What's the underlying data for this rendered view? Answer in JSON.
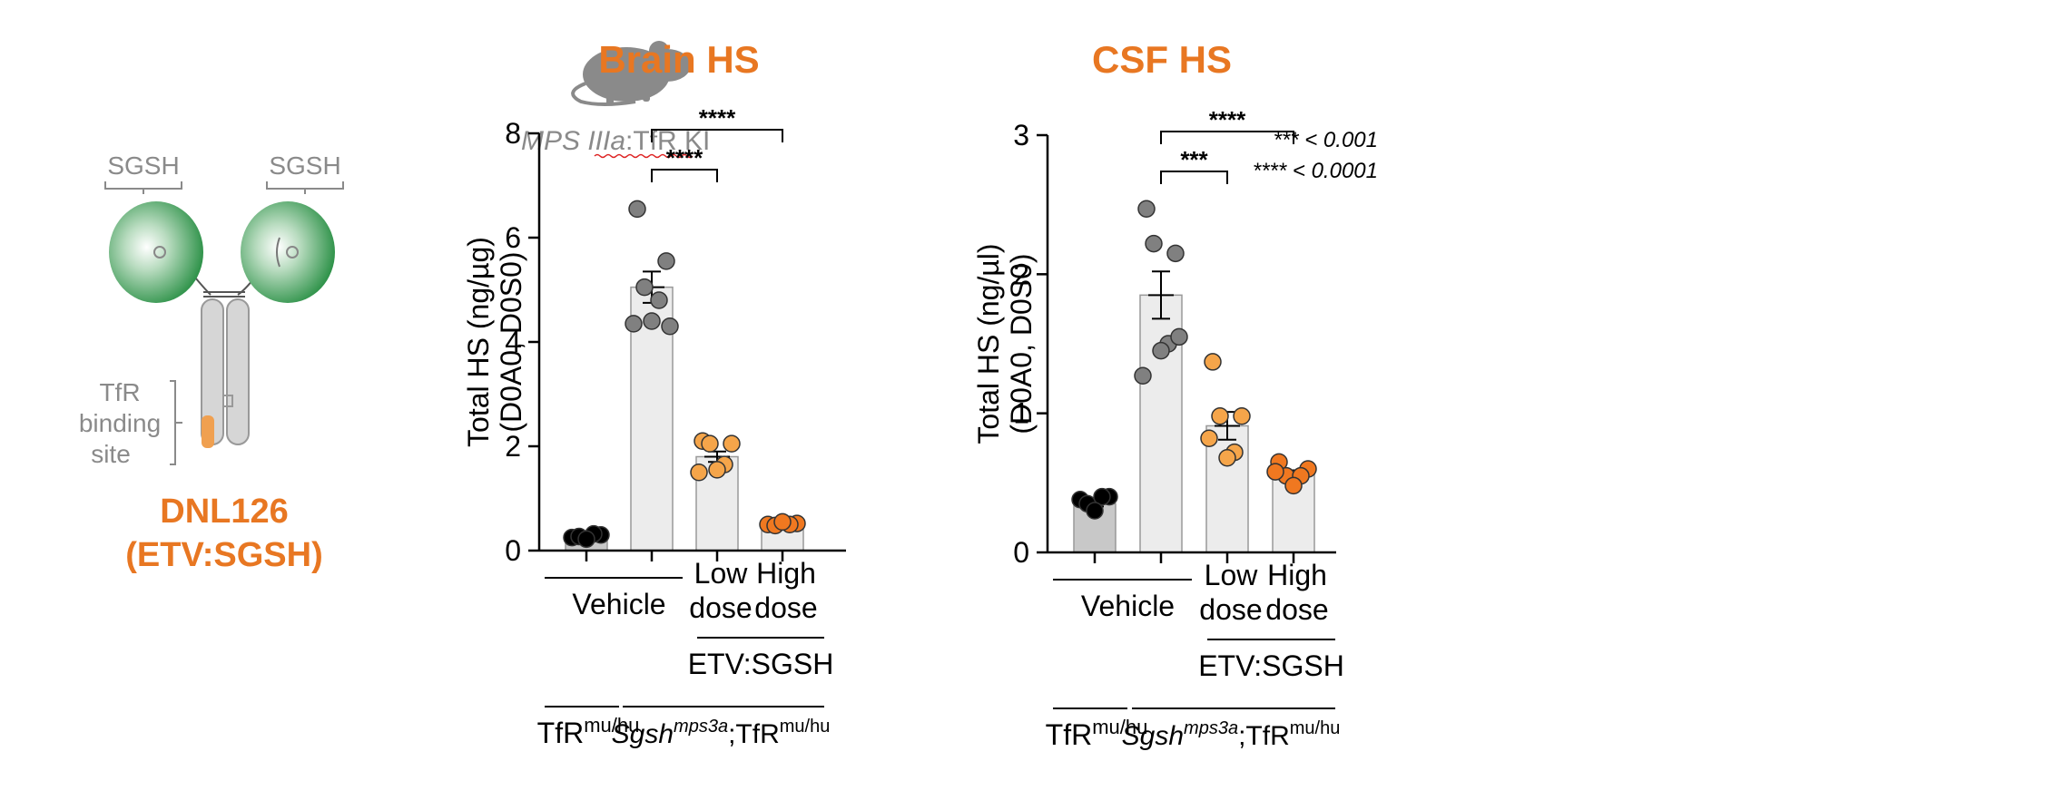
{
  "diagram": {
    "sgsh_left": "SGSH",
    "sgsh_right": "SGSH",
    "tfr_line1": "TfR",
    "tfr_line2": "binding",
    "tfr_line3": "site",
    "drug_name": "DNL126",
    "drug_sub": "(ETV:SGSH)",
    "mouse_model_a": "MPS IIIa",
    "mouse_model_b": ":TfR KI"
  },
  "legend_p": {
    "line1": "*** < 0.001",
    "line2": "**** < 0.0001"
  },
  "group_labels": {
    "vehicle": "Vehicle",
    "low1": "Low",
    "low2": "dose",
    "high1": "High",
    "high2": "dose",
    "etv": "ETV:SGSH",
    "tfr_base": "TfR",
    "tfr_sup": "mu/hu",
    "sgsh_base": "Sgsh",
    "sgsh_sup": "mps3a",
    "sgsh_tfr": ";TfR",
    "sgsh_tfr_sup": "mu/hu"
  },
  "colors": {
    "title": "#e87722",
    "black_dot": "#000000",
    "grey_dot": "#808080",
    "light_orange": "#f5a54a",
    "dark_orange": "#f07820",
    "bar_dark": "#c8c8c8",
    "bar_light": "#ececec",
    "axis": "#000000",
    "grey_text": "#8a8a8a",
    "antibody_green": "#2e9a4a"
  },
  "chart_data": [
    {
      "type": "bar",
      "title": "Brain HS",
      "ylabel_line1": "Total HS (ng/µg)",
      "ylabel_line2": "(D0A0, D0S0)",
      "ylim": [
        0,
        8
      ],
      "yticks": [
        0,
        2,
        4,
        6,
        8
      ],
      "groups": [
        {
          "category": "TfR mu/hu Vehicle",
          "mean": 0.28,
          "sem": 0.03,
          "points": [
            0.25,
            0.3,
            0.27,
            0.32,
            0.22
          ],
          "color": "#000000",
          "bar": "#c8c8c8"
        },
        {
          "category": "Sgsh mps3a;TfR mu/hu Vehicle",
          "mean": 5.05,
          "sem": 0.3,
          "points": [
            6.55,
            5.55,
            5.05,
            4.8,
            4.4,
            4.35,
            4.3
          ],
          "color": "#808080",
          "bar": "#ececec"
        },
        {
          "category": "Low dose ETV:SGSH",
          "mean": 1.8,
          "sem": 0.1,
          "points": [
            2.1,
            2.05,
            2.05,
            1.65,
            1.55,
            1.5
          ],
          "color": "#f5a54a",
          "bar": "#ececec"
        },
        {
          "category": "High dose ETV:SGSH",
          "mean": 0.5,
          "sem": 0.03,
          "points": [
            0.5,
            0.52,
            0.48,
            0.5,
            0.55
          ],
          "color": "#f07820",
          "bar": "#ececec"
        }
      ],
      "significance": [
        {
          "from": 1,
          "to": 3,
          "label": "****"
        },
        {
          "from": 1,
          "to": 2,
          "label": "****"
        }
      ]
    },
    {
      "type": "bar",
      "title": "CSF HS",
      "ylabel_line1": "Total HS (ng/µl)",
      "ylabel_line2": "(D0A0, D0S0)",
      "ylim": [
        0,
        3
      ],
      "yticks": [
        0,
        1,
        2,
        3
      ],
      "groups": [
        {
          "category": "TfR mu/hu Vehicle",
          "mean": 0.35,
          "sem": 0.02,
          "points": [
            0.38,
            0.4,
            0.35,
            0.4,
            0.3
          ],
          "color": "#000000",
          "bar": "#c8c8c8"
        },
        {
          "category": "Sgsh mps3a;TfR mu/hu Vehicle",
          "mean": 1.85,
          "sem": 0.17,
          "points": [
            2.47,
            2.15,
            2.22,
            1.5,
            1.45,
            1.27,
            1.55
          ],
          "color": "#808080",
          "bar": "#ececec"
        },
        {
          "category": "Low dose ETV:SGSH",
          "mean": 0.91,
          "sem": 0.1,
          "points": [
            1.37,
            0.98,
            0.98,
            0.72,
            0.68,
            0.82
          ],
          "color": "#f5a54a",
          "bar": "#ececec"
        },
        {
          "category": "High dose ETV:SGSH",
          "mean": 0.56,
          "sem": 0.03,
          "points": [
            0.65,
            0.6,
            0.55,
            0.55,
            0.48,
            0.58
          ],
          "color": "#f07820",
          "bar": "#ececec"
        }
      ],
      "significance": [
        {
          "from": 1,
          "to": 3,
          "label": "****"
        },
        {
          "from": 1,
          "to": 2,
          "label": "***"
        }
      ]
    }
  ]
}
